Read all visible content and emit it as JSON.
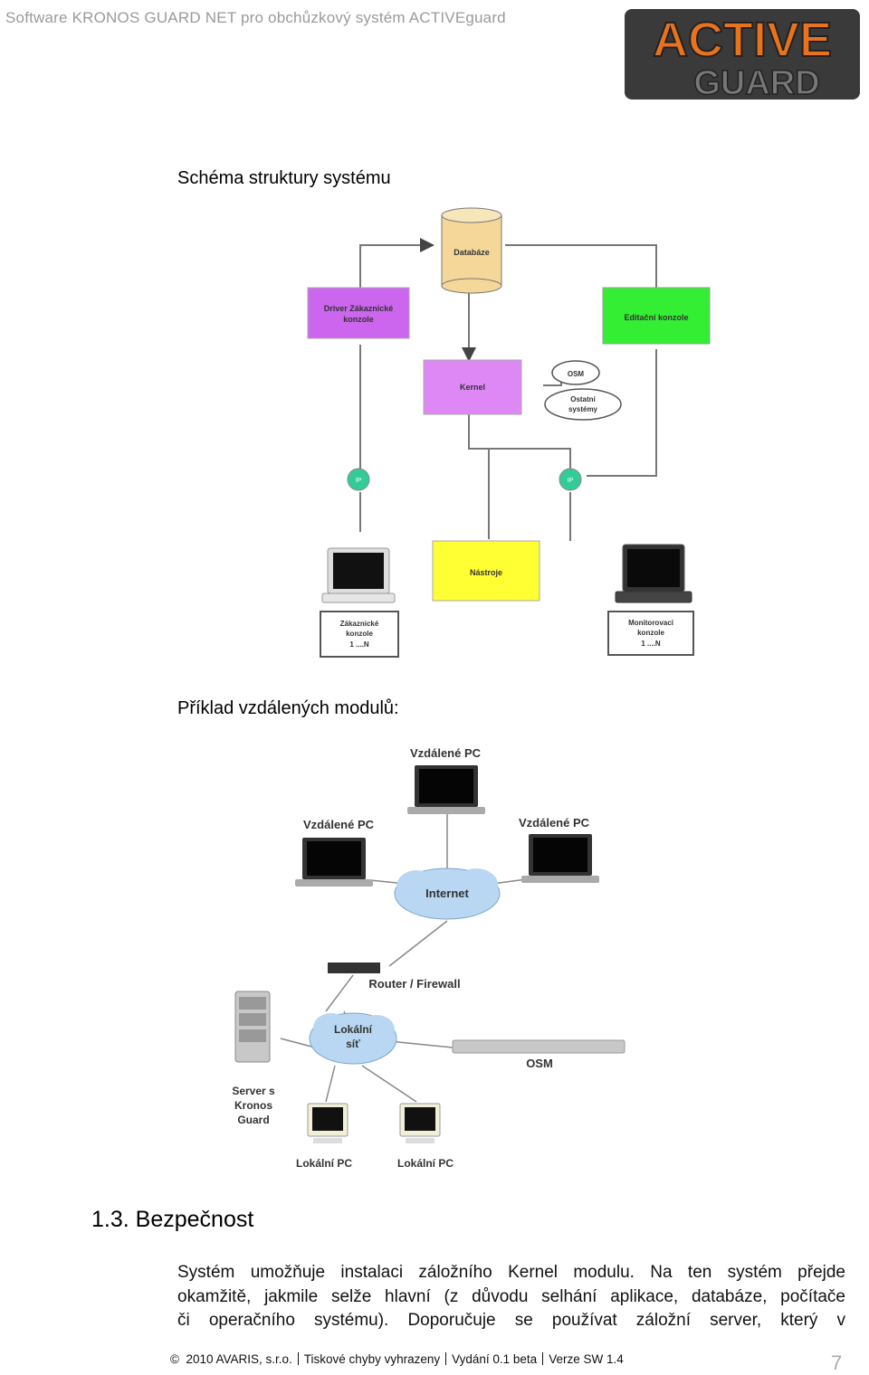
{
  "header": {
    "title": "Software KRONOS GUARD NET pro obchůzkový systém ACTIVEguard"
  },
  "logo": {
    "line1": "ACTIVE",
    "line2": "GUARD",
    "color_main": "#e8731c",
    "color_dark": "#2b2b2b"
  },
  "caption1": "Schéma struktury systému",
  "diagram1": {
    "database": "Databáze",
    "driver": [
      "Driver Zákaznické",
      "konzole"
    ],
    "editor": "Editační konzole",
    "kernel": "Kernel",
    "osm": "OSM",
    "other": [
      "Ostatní",
      "systémy"
    ],
    "ip_left": "IP",
    "ip_right": "IP",
    "tools": "Nástroje",
    "customer_console": [
      "Zákaznické",
      "konzole",
      "1 ....N"
    ],
    "monitor_console": [
      "Monitorovací",
      "konzole",
      "1 ....N"
    ],
    "colors": {
      "db": "#f5d899",
      "purple": "#cc66ee",
      "green": "#33ee33",
      "yellow": "#ffff33",
      "ip": "#33cc99"
    }
  },
  "caption2": "Příklad vzdálených modulů:",
  "diagram2": {
    "remote_top": "Vzdálené PC",
    "remote_left": "Vzdálené PC",
    "remote_right": "Vzdálené PC",
    "internet": "Internet",
    "router": "Router / Firewall",
    "server": [
      "Server s",
      "Kronos",
      "Guard"
    ],
    "lan": [
      "Lokální",
      "síť"
    ],
    "osm": "OSM",
    "local_left": "Lokální PC",
    "local_right": "Lokální PC"
  },
  "section": {
    "number": "1.3.",
    "title": "Bezpečnost"
  },
  "body": {
    "line1": "Systém umožňuje instalaci záložního Kernel modulu. Na ten systém přejde",
    "line2": "okamžitě, jakmile selže hlavní (z důvodu selhání aplikace, databáze, počítače",
    "line3": "či operačního systému). Doporučuje se používat záložní server, který v"
  },
  "footer": {
    "copyright_symbol": "©",
    "company": "2010 AVARIS, s.r.o.",
    "notice": "Tiskové chyby vyhrazeny",
    "release": "Vydání 0.1 beta",
    "version": "Verze SW 1.4",
    "page": "7"
  }
}
